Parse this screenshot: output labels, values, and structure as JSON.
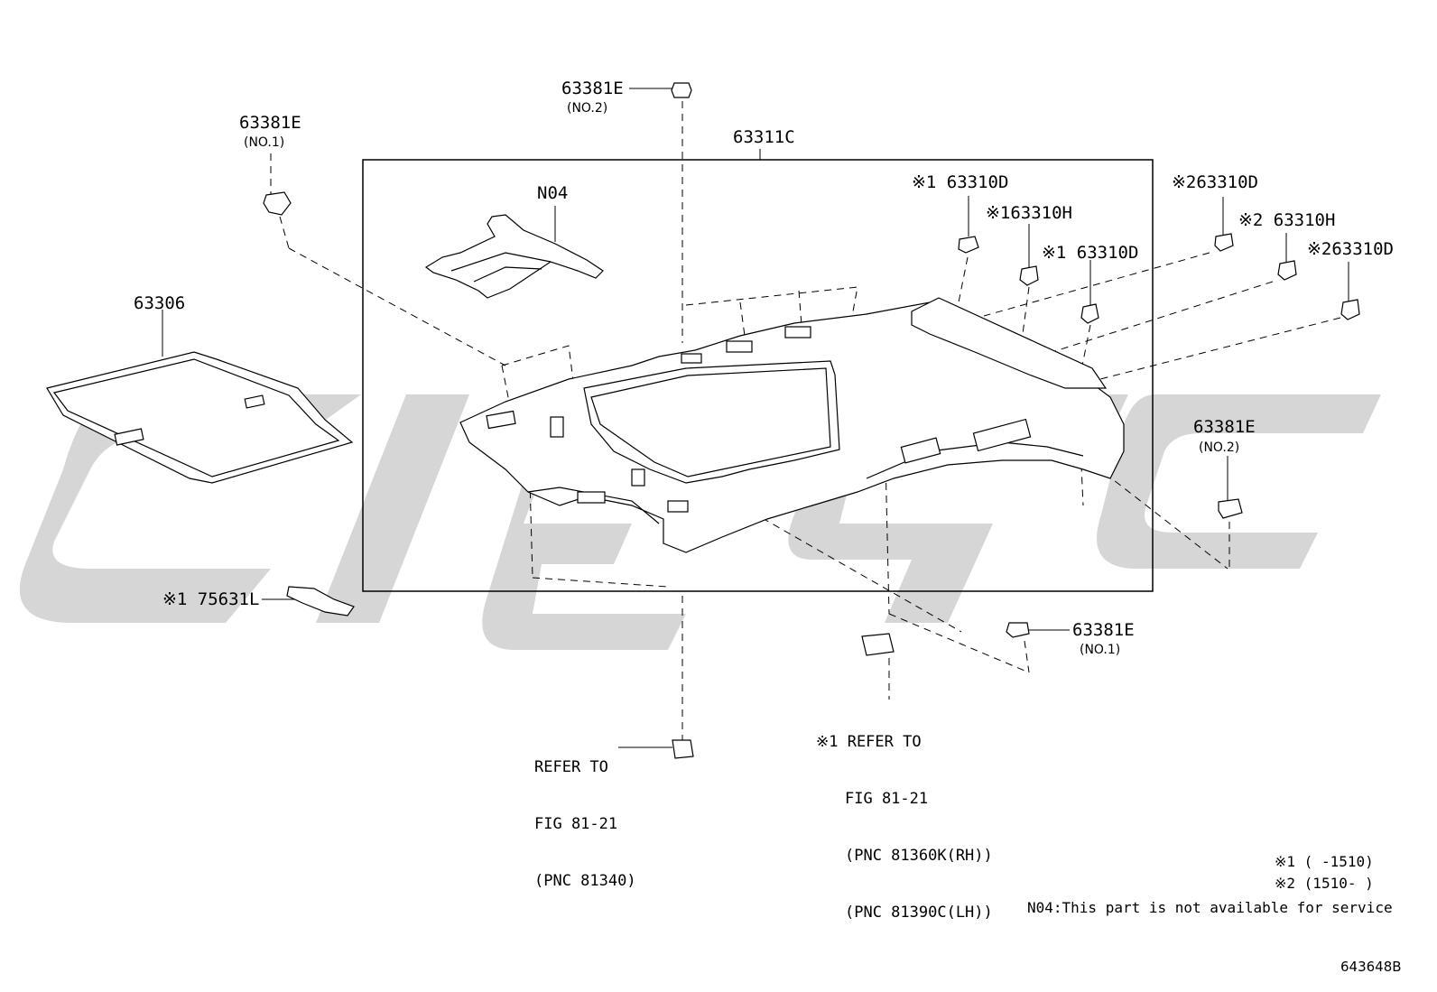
{
  "watermark": {
    "color": "#d4d4d4",
    "icon": "watermark-logo"
  },
  "labels": {
    "p63381e_top": "63381E",
    "p63381e_top_sub": "(NO.2)",
    "p63381e_left": "63381E",
    "p63381e_left_sub": "(NO.1)",
    "p63311c": "63311C",
    "n04": "N04",
    "p63306": "63306",
    "s1_63310d_a": "※1 63310D",
    "s1_63310h": "※163310H",
    "s1_63310d_b": "※1 63310D",
    "s2_63310d_a": "※263310D",
    "s2_63310h": "※2 63310H",
    "s2_63310d_b": "※263310D",
    "p63381e_right": "63381E",
    "p63381e_right_sub": "(NO.2)",
    "s1_75631l": "※1 75631L",
    "p63381e_bottom": "63381E",
    "p63381e_bottom_sub": "(NO.1)"
  },
  "refs": {
    "left": [
      "REFER TO",
      "FIG 81-21",
      "(PNC 81340)"
    ],
    "right": [
      "※1 REFER TO",
      "FIG 81-21",
      "(PNC 81360K(RH))",
      "(PNC 81390C(LH))"
    ]
  },
  "legend": {
    "note1": "※1 (      -1510)",
    "note2": "※2 (1510-      )",
    "n04_note": "N04:This part is not available for service"
  },
  "diagram_id": "643648B"
}
